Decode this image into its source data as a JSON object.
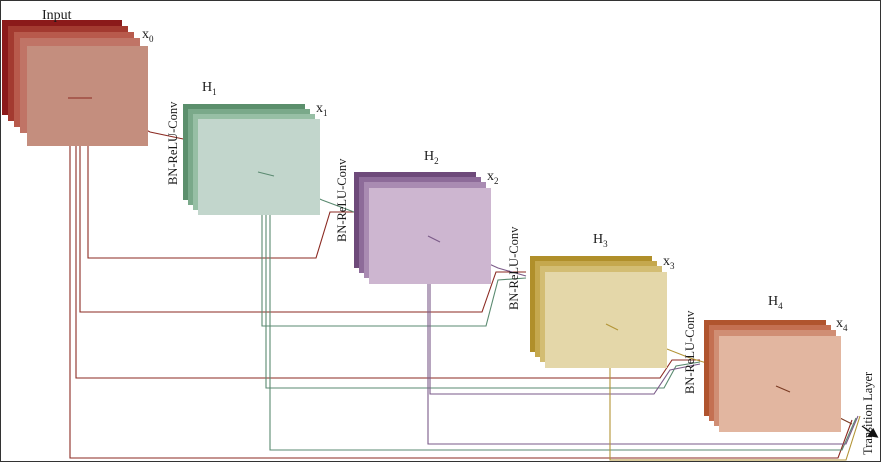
{
  "diagram": {
    "input_label": "Input",
    "transition_label": "Transition Layer",
    "blocks": [
      {
        "id": "x0",
        "var_base": "x",
        "var_sub": "0",
        "color": "#c48e7e",
        "stack": [
          "#8b1a1a",
          "#a33a30",
          "#b85a4c",
          "#c07466"
        ]
      },
      {
        "id": "x1",
        "h_base": "H",
        "h_sub": "1",
        "var_base": "x",
        "var_sub": "1",
        "color": "#c2d6cc",
        "stack": [
          "#5b8f6c",
          "#7aa98a",
          "#97bfa5",
          "#b0cdbb"
        ],
        "edge": "#5a8a70"
      },
      {
        "id": "x2",
        "h_base": "H",
        "h_sub": "2",
        "var_base": "x",
        "var_sub": "2",
        "color": "#cdb6d0",
        "stack": [
          "#6e4a7a",
          "#8d6b99",
          "#a98bb2",
          "#bca3c2"
        ],
        "edge": "#7a5a88"
      },
      {
        "id": "x3",
        "h_base": "H",
        "h_sub": "3",
        "var_base": "x",
        "var_sub": "3",
        "color": "#e4d7a9",
        "stack": [
          "#b08f2a",
          "#c5a84e",
          "#d3bd73",
          "#dccb8e"
        ],
        "edge": "#b39436"
      },
      {
        "id": "x4",
        "h_base": "H",
        "h_sub": "4",
        "var_base": "x",
        "var_sub": "4",
        "color": "#e2b6a0",
        "stack": [
          "#b0542e",
          "#c47052",
          "#d08e74",
          "#d9a38b"
        ]
      }
    ],
    "op_label": "BN-ReLU-Conv"
  }
}
